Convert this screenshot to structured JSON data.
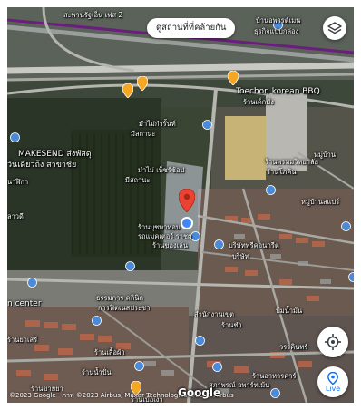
{
  "search": {
    "label": "ดูสถานที่ที่คล้ายกัน"
  },
  "labels": [
    "สะพานรัฐเอ็น เฟส 2",
    "บ้านอพารต์เมน",
    "ธุรกิจแบบกล่อง",
    "Toechon korean BBQ",
    "ร้านเด็กมั่ง",
    "มำไม่กำรั้นท์",
    "มีสถานะ",
    "MAKESEND ส่งพัสดุ",
    "วันเดียวถึง สาขาชัย",
    "มำไม่ เพ็ชร์ช้อป",
    "มีสถานะ",
    "นาฬิกา",
    "ร้านพรหมวิทยาลัย",
    "ร้านโภคิน",
    "หมู่บ้าน",
    "ร้านบุชพาทอบ",
    "รถแมคเตอร์ ราชผ",
    "ร้านของเล่น",
    "หมู่บ้านสแปร์",
    "บริษัทพรีคอนกรีต",
    "บริษัท",
    "ลาวดี",
    "n center",
    "ธรรมการ คลินิก",
    "การฟิตเนสประชา",
    "ร้านยาเสรี",
    "ร้านเสื้อผ้า",
    "สำนักงานเขต",
    "ร้านชำ",
    "ปัมน้ำมัน",
    "วรรคินทร์",
    "ร้านน้ำปั่น",
    "สุภาพรณ์ อพาร์ทเม้น",
    "ร้านขายยา",
    "ร้านเบ๊อเงา",
    "ร้านอาหารคาร์"
  ],
  "controls": {
    "live": "Live"
  },
  "attribution": {
    "text": "©2023 Google · ภาพ ©2023 Airbus, Maxar Technologies ©2023 Airbus"
  },
  "brand": {
    "logo": "Google"
  },
  "colors": {
    "pin_red": "#ea4335",
    "location_blue": "#4285f4",
    "poi_orange": "#f5a623",
    "poi_blue": "#4a8ad9",
    "road_purple": "#6a1f7c"
  }
}
